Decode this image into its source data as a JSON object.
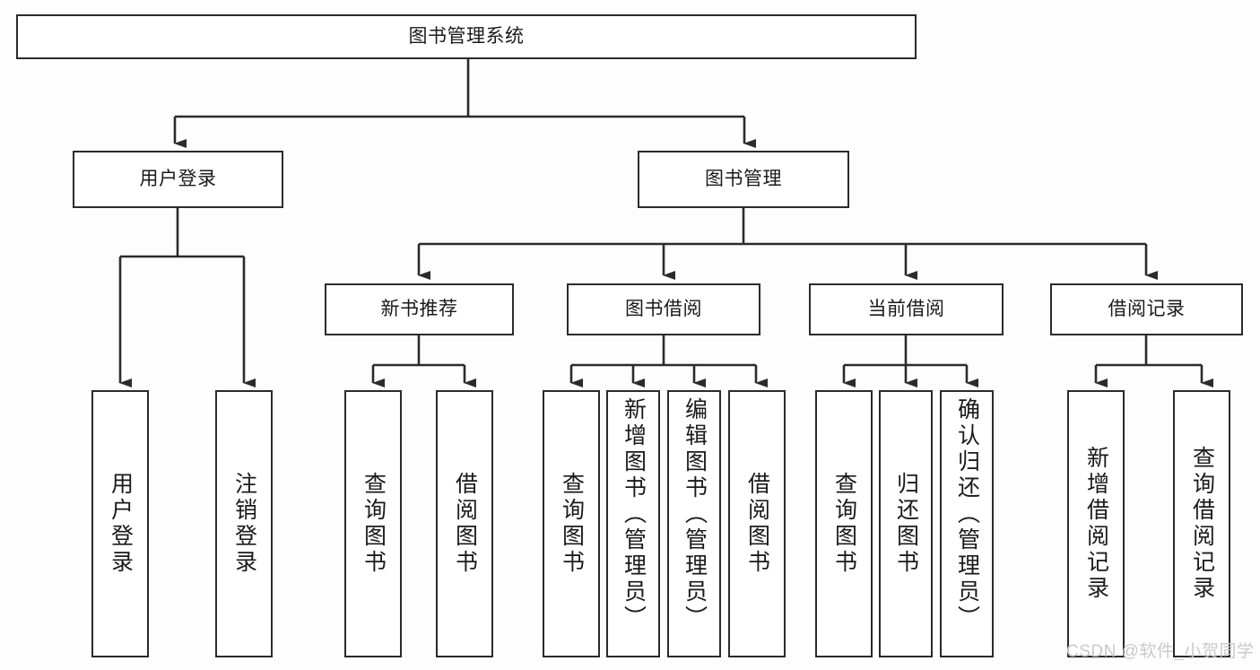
{
  "diagram": {
    "title": "图书管理系统",
    "type": "tree-hierarchy-chart",
    "root": {
      "id": "root",
      "label": "图书管理系统"
    },
    "level2": [
      {
        "id": "user-login",
        "label": "用户登录"
      },
      {
        "id": "book-management",
        "label": "图书管理"
      }
    ],
    "level3": [
      {
        "id": "new-book-recommend",
        "label": "新书推荐"
      },
      {
        "id": "book-borrow",
        "label": "图书借阅"
      },
      {
        "id": "current-borrow",
        "label": "当前借阅"
      },
      {
        "id": "borrow-record",
        "label": "借阅记录"
      }
    ],
    "leaves": {
      "user_login": [
        {
          "id": "leaf-user-login",
          "label": "用户登录"
        },
        {
          "id": "leaf-logout-login",
          "label": "注销登录"
        }
      ],
      "new_book_recommend": [
        {
          "id": "leaf-query-book-1",
          "label": "查询图书"
        },
        {
          "id": "leaf-borrow-book-1",
          "label": "借阅图书"
        }
      ],
      "book_borrow": [
        {
          "id": "leaf-query-book-2",
          "label": "查询图书"
        },
        {
          "id": "leaf-add-book-admin",
          "label": "新增图书（管理员）"
        },
        {
          "id": "leaf-edit-book-admin",
          "label": "编辑图书（管理员）"
        },
        {
          "id": "leaf-borrow-book-2",
          "label": "借阅图书"
        }
      ],
      "current_borrow": [
        {
          "id": "leaf-query-book-3",
          "label": "查询图书"
        },
        {
          "id": "leaf-return-book",
          "label": "归还图书"
        },
        {
          "id": "leaf-confirm-return-admin",
          "label": "确认归还（管理员）"
        }
      ],
      "borrow_record": [
        {
          "id": "leaf-add-borrow-record",
          "label": "新增借阅记录"
        },
        {
          "id": "leaf-query-borrow-record",
          "label": "查询借阅记录"
        }
      ]
    }
  },
  "watermark": {
    "text": "CSDN @软件_小贺同学"
  },
  "colors": {
    "background": "#fdfdfd",
    "box_border": "#2b2b2b",
    "box_fill": "#ffffff",
    "text": "#1a1a1a",
    "connector": "#2b2b2b",
    "watermark": "#c9c9c9"
  }
}
